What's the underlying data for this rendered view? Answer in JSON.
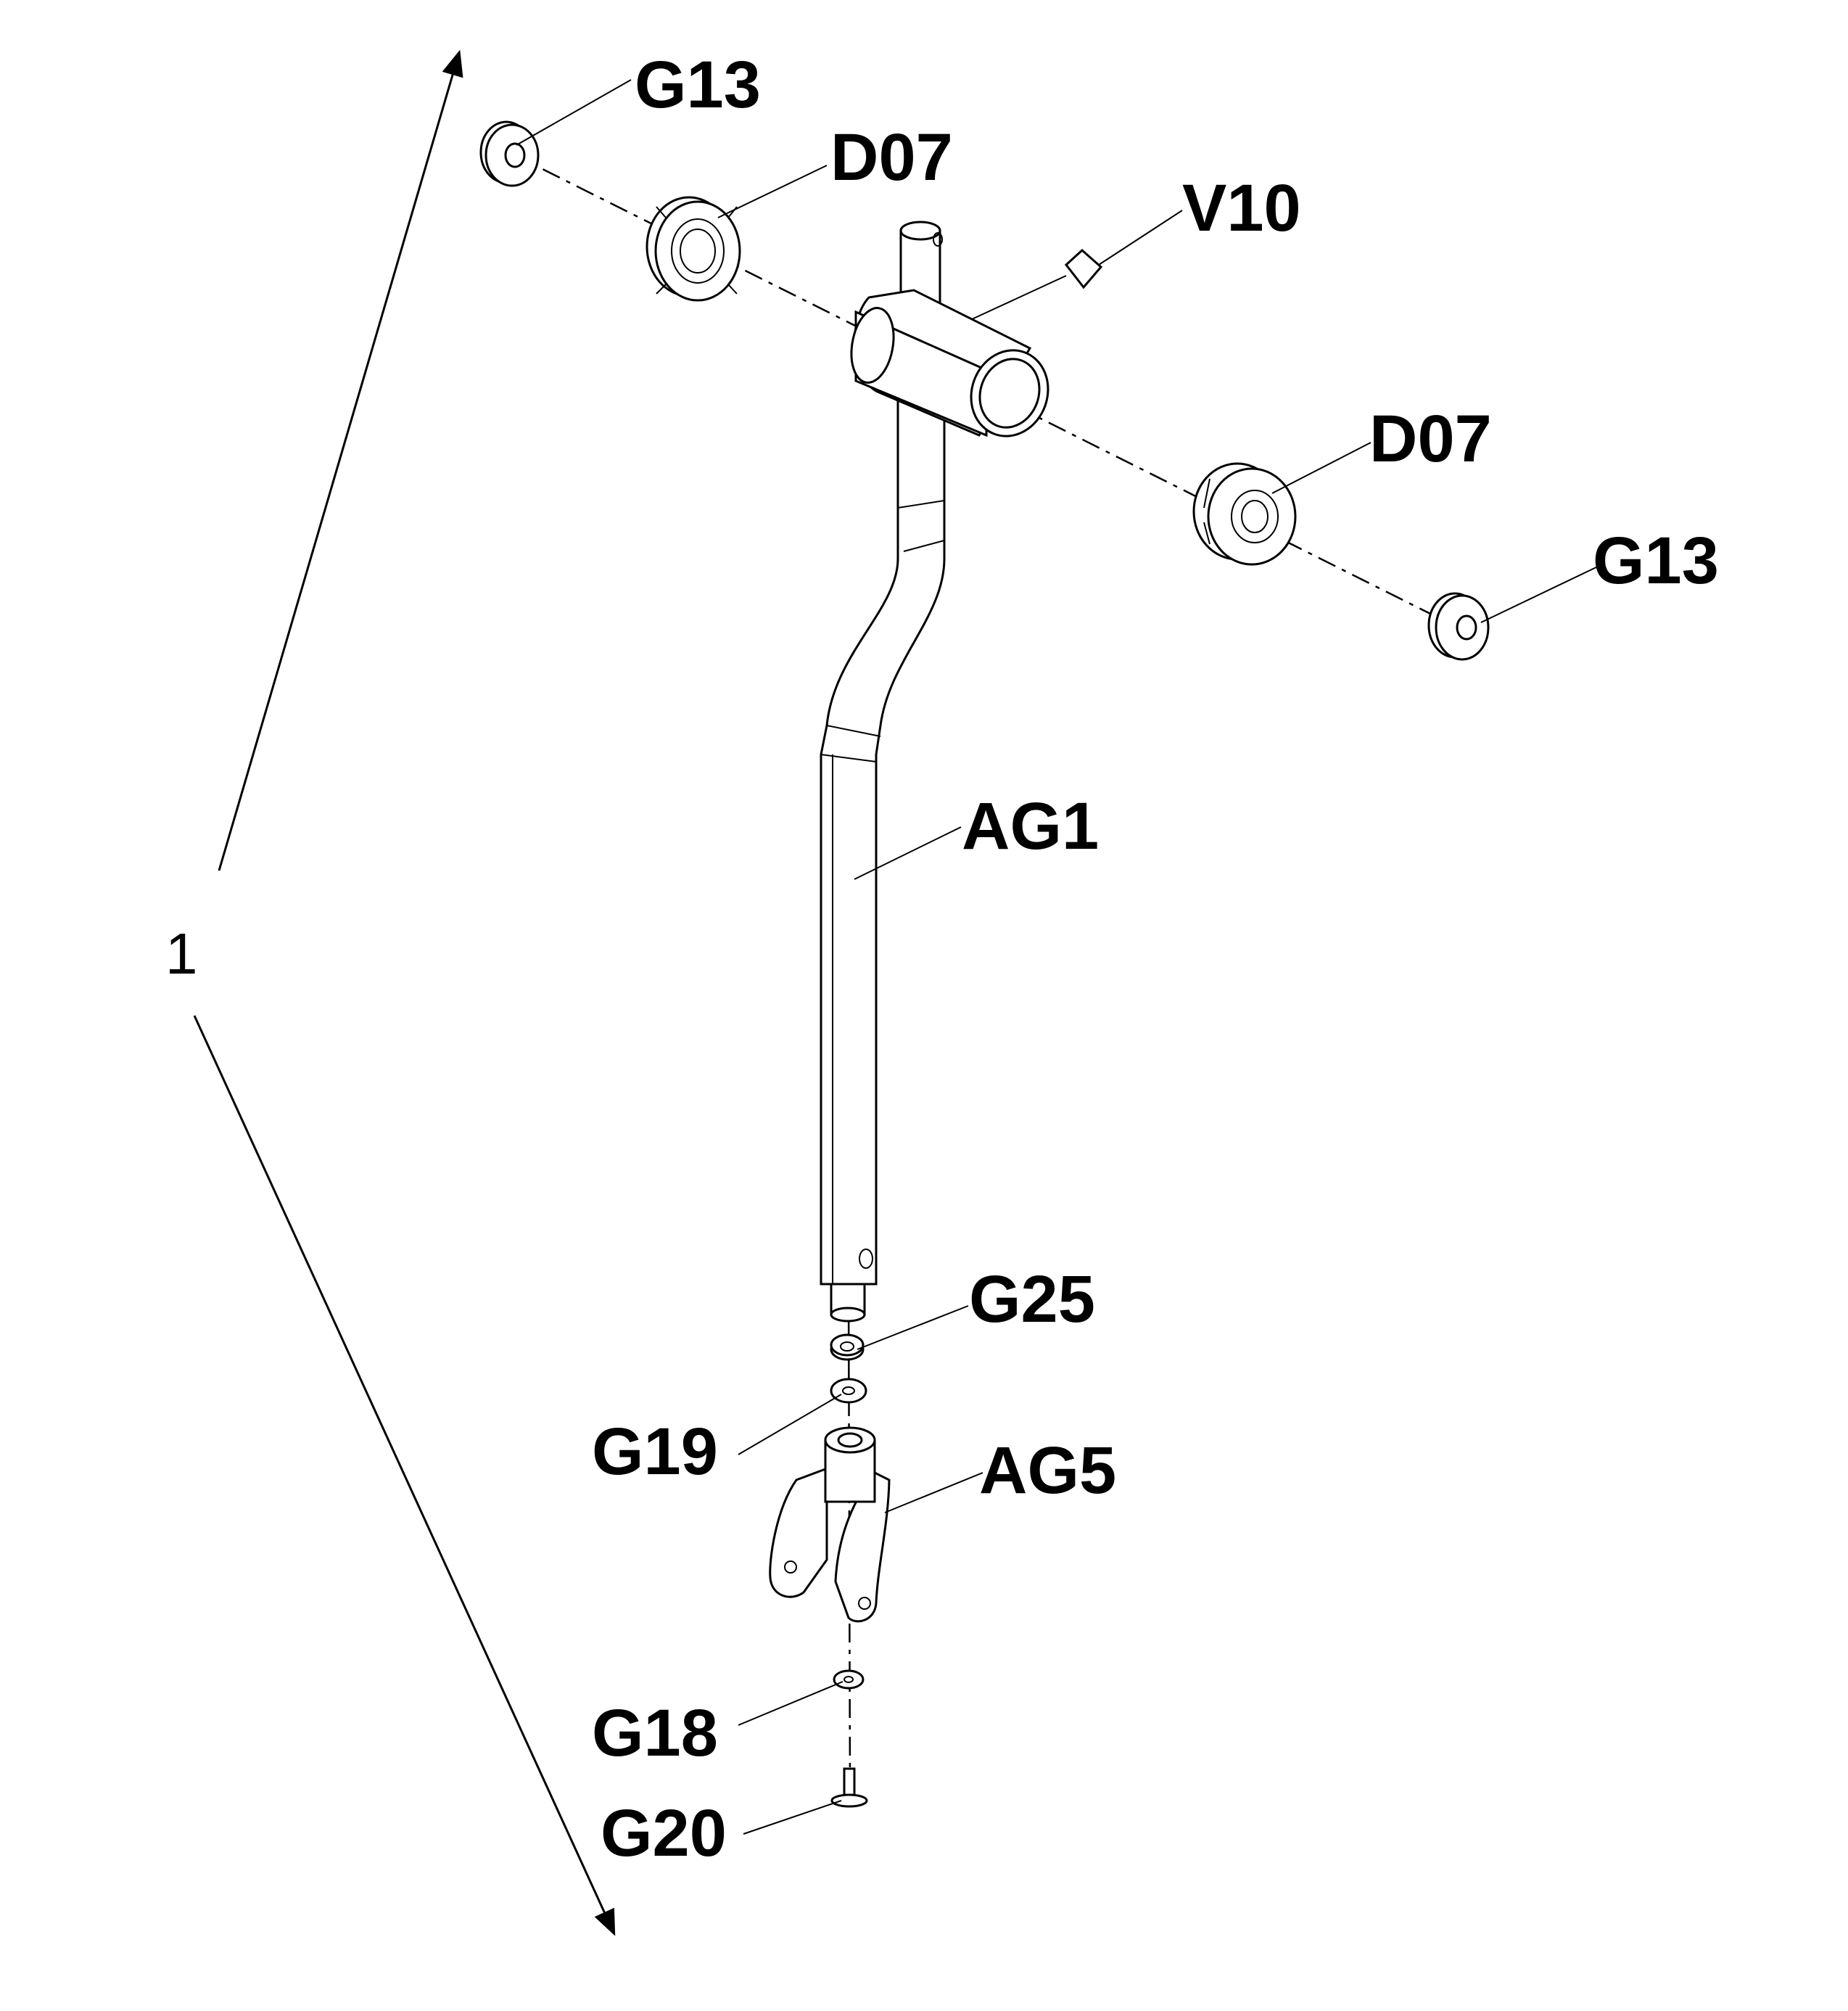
{
  "diagram": {
    "assembly_label": "1",
    "parts": {
      "g13_top": "G13",
      "d07_top": "D07",
      "v10": "V10",
      "d07_right": "D07",
      "g13_right": "G13",
      "ag1": "AG1",
      "g25": "G25",
      "g19": "G19",
      "ag5": "AG5",
      "g18": "G18",
      "g20": "G20"
    }
  }
}
